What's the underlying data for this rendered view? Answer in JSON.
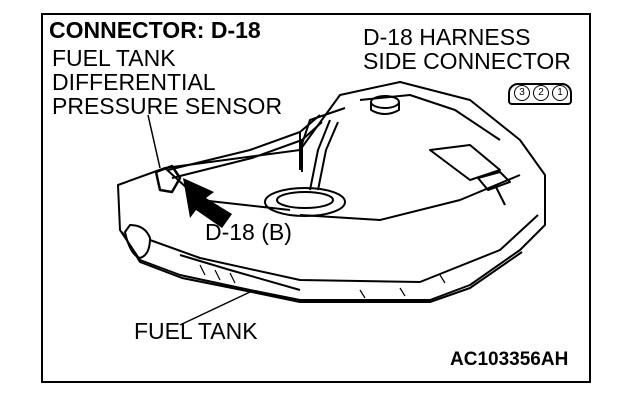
{
  "connector_title": "CONNECTOR: D-18",
  "sensor_label": [
    "FUEL TANK",
    "DIFFERENTIAL",
    "PRESSURE SENSOR"
  ],
  "harness_label": [
    "D-18 HARNESS",
    "SIDE CONNECTOR"
  ],
  "connector_pins": [
    "3",
    "2",
    "1"
  ],
  "connector_ref": "D-18 (B)",
  "tank_label": "FUEL TANK",
  "figure_id": "AC103356AH"
}
